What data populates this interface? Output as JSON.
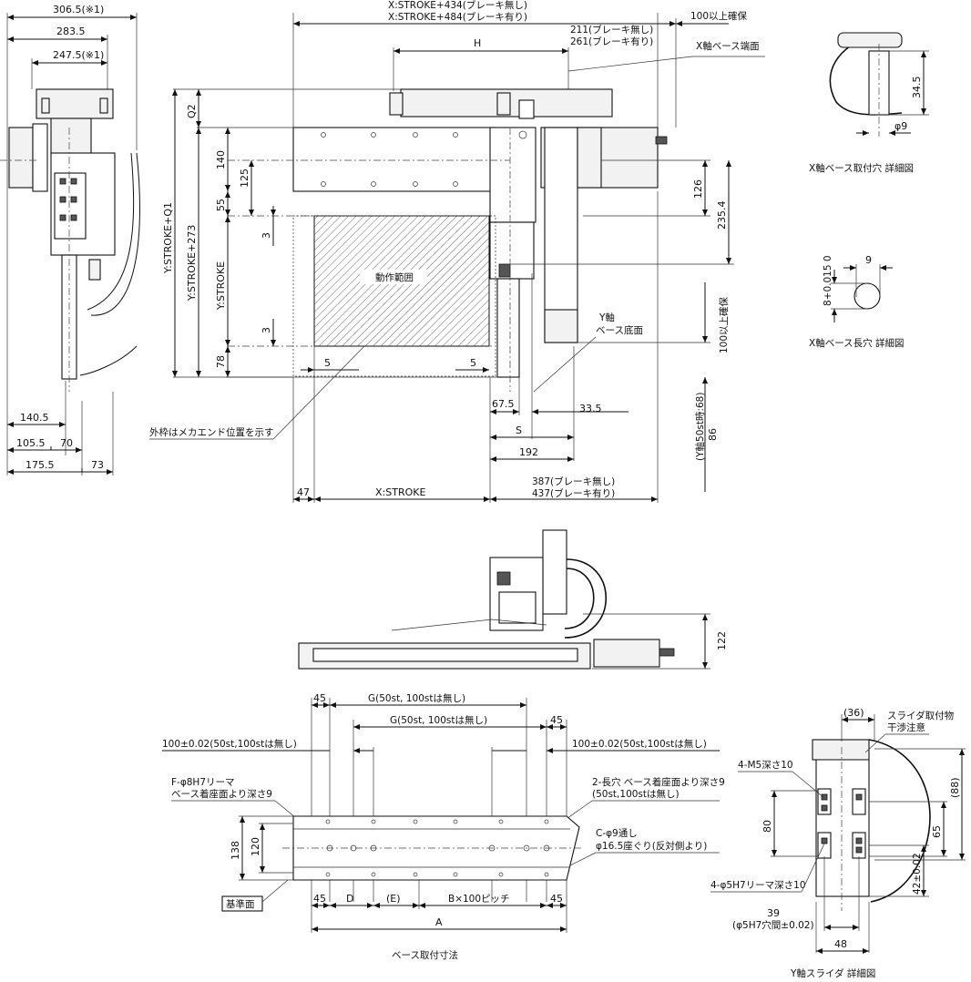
{
  "left_view": {
    "dims_top": [
      "306.5(※1)",
      "283.5",
      "247.5(※1)"
    ],
    "dims_bottom": [
      "140.5",
      "105.5",
      "70",
      "175.5",
      "73"
    ]
  },
  "top_view": {
    "x_stroke_no_brake": "X:STROKE+434(ブレーキ無し)",
    "x_stroke_brake": "X:STROKE+484(ブレーキ有り)",
    "clearance_right": "100以上確保",
    "h": "H",
    "d211": "211(ブレーキ無し)",
    "d261": "261(ブレーキ有り)",
    "x_base_end": "X軸ベース端面",
    "q2": "Q2",
    "y_stroke_q1": "Y:STROKE+Q1",
    "y_stroke_273": "Y:STROKE+273",
    "y_stroke": "Y:STROKE",
    "d140": "140",
    "d125": "125",
    "d55": "55",
    "d3a": "3",
    "d3b": "3",
    "d78": "78",
    "d5a": "5",
    "d5b": "5",
    "motion_range": "動作範囲",
    "d126": "126",
    "d235": "235.4",
    "clearance_vert": "100以上確保",
    "y_base_bottom_1": "Y軸",
    "y_base_bottom_2": "ベース底面",
    "d67": "67.5",
    "d33": "33.5",
    "s": "S",
    "d192": "192",
    "d86": "86",
    "d86_note": "(Y軸50st時:68)",
    "frame_note": "外枠はメカエンド位置を示す",
    "d47": "47",
    "x_stroke": "X:STROKE",
    "d387": "387(ブレーキ無し)",
    "d437": "437(ブレーキ有り)"
  },
  "detail_hole": {
    "d345": "34.5",
    "phi9": "φ9",
    "title": "X軸ベース取付穴 詳細図"
  },
  "detail_slot": {
    "d9": "9",
    "tol": "8+0.015 0",
    "title": "X軸ベース長穴 詳細図"
  },
  "side_view": {
    "d122": "122"
  },
  "base_mount": {
    "d45a": "45",
    "g1": "G(50st, 100stは無し)",
    "g2": "G(50st, 100stは無し)",
    "d45b": "45",
    "pitch_left": "100±0.02(50st,100stは無し)",
    "pitch_right": "100±0.02(50st,100stは無し)",
    "ream_1": "F-φ8H7リーマ",
    "ream_2": "ベース着座面より深さ9",
    "slot_1": "2-長穴 ベース着座面より深さ9",
    "slot_2": "(50st,100stは無し)",
    "hole_1": "C-φ9通し",
    "hole_2": "φ16.5座ぐり(反対側より)",
    "d138": "138",
    "d120": "120",
    "ref_face": "基準面",
    "d45c": "45",
    "d": "D",
    "e": "(E)",
    "bpitch": "B×100ピッチ",
    "d45d": "45",
    "a": "A",
    "title": "ベース取付寸法"
  },
  "slider_detail": {
    "d36": "(36)",
    "interf_1": "スライダ取付物",
    "interf_2": "干渉注意",
    "m5": "4-M5深さ10",
    "d88": "(88)",
    "d80": "80",
    "d65": "65",
    "ream": "4-φ5H7リーマ深さ10",
    "d42": "42±0.02",
    "d39": "39",
    "d39_note": "(φ5H7穴間±0.02)",
    "d48": "48",
    "title": "Y軸スライダ 詳細図"
  }
}
